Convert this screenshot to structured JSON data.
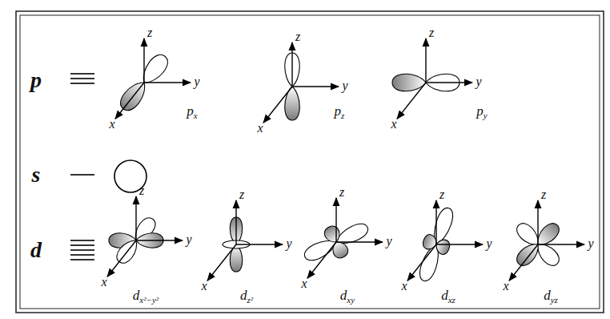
{
  "diagram": {
    "labels": [
      "p",
      "z",
      "y",
      "x",
      "px",
      "z",
      "y",
      "x",
      "pz",
      "z",
      "y",
      "x",
      "py",
      "s",
      "d",
      "z",
      "y",
      "x",
      "dx²−y²",
      "z",
      "y",
      "x",
      "dz²",
      "z",
      "y",
      "x",
      "dxy",
      "z",
      "y",
      "x",
      "dxz",
      "z",
      "y",
      "x",
      "dyz"
    ]
  }
}
